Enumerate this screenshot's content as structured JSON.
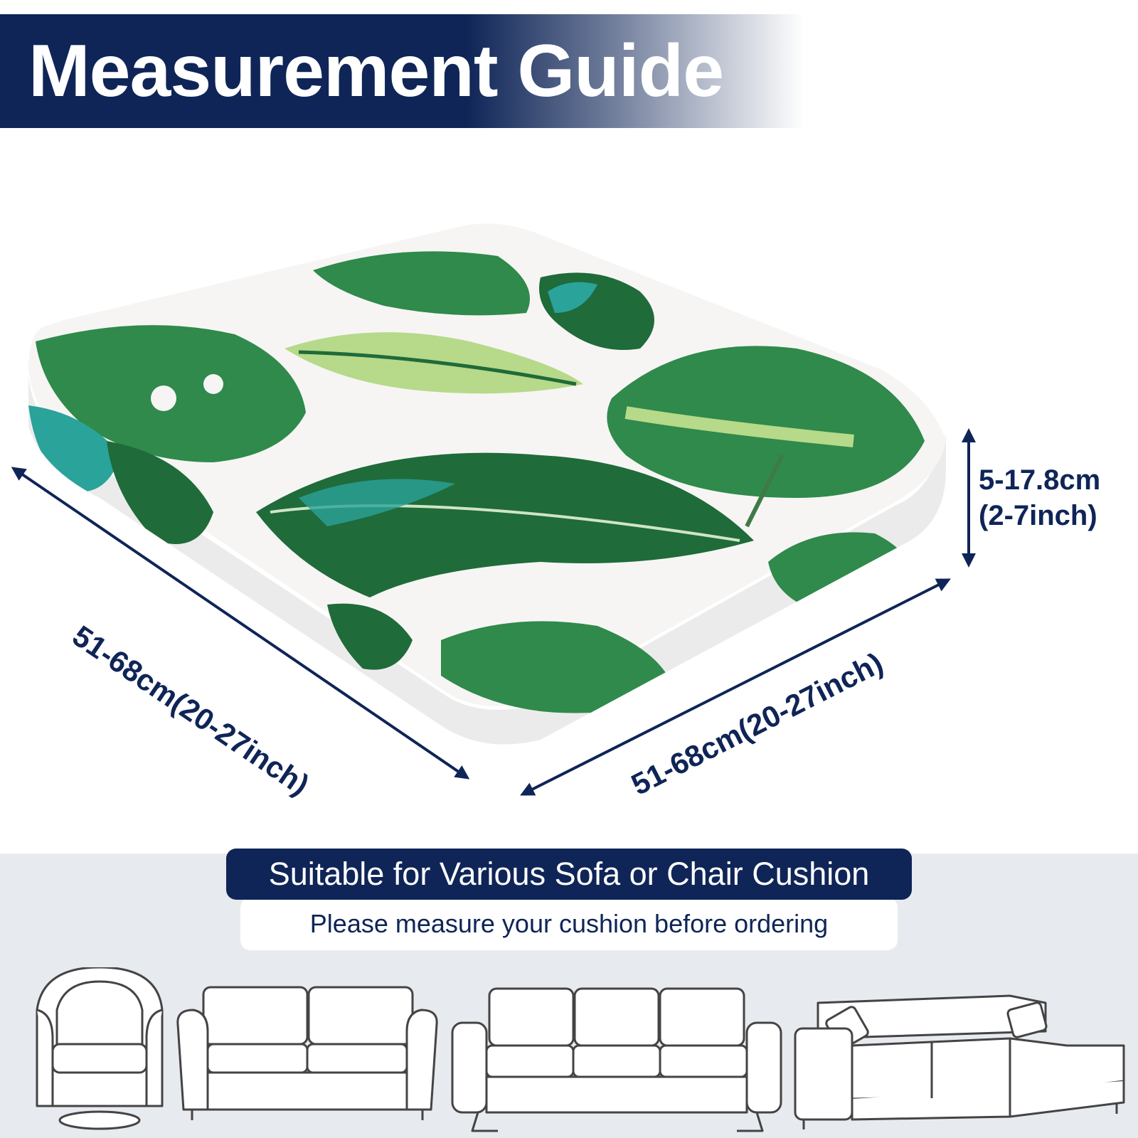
{
  "banner": {
    "title": "Measurement Guide"
  },
  "dimensions": {
    "height": [
      "5-17.8cm",
      "(2-7inch)"
    ],
    "left_edge": "51-68cm(20-27inch)",
    "right_edge": "51-68cm(20-27inch)"
  },
  "info": {
    "headline": "Suitable for Various Sofa or Chair Cushion",
    "subline": "Please measure your cushion before ordering"
  },
  "colors": {
    "navy": "#0f2557",
    "leaf_dark": "#1f6b3a",
    "leaf_mid": "#2f8a4b",
    "leaf_light": "#b7d98a",
    "panel": "#e7eaef"
  }
}
